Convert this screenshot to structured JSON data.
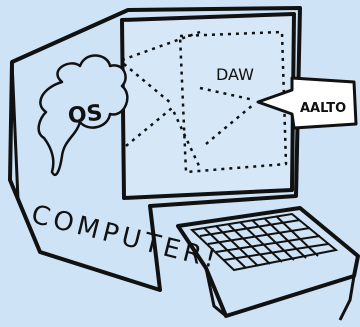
{
  "labels": {
    "os": "OS",
    "daw": "DAW",
    "aalto": "AALTO",
    "computer": "COMPUTER!"
  },
  "colors": {
    "background": "#cfe3f6",
    "ink": "#111111",
    "screen": "#d6e8f8",
    "paper": "#ffffff"
  }
}
